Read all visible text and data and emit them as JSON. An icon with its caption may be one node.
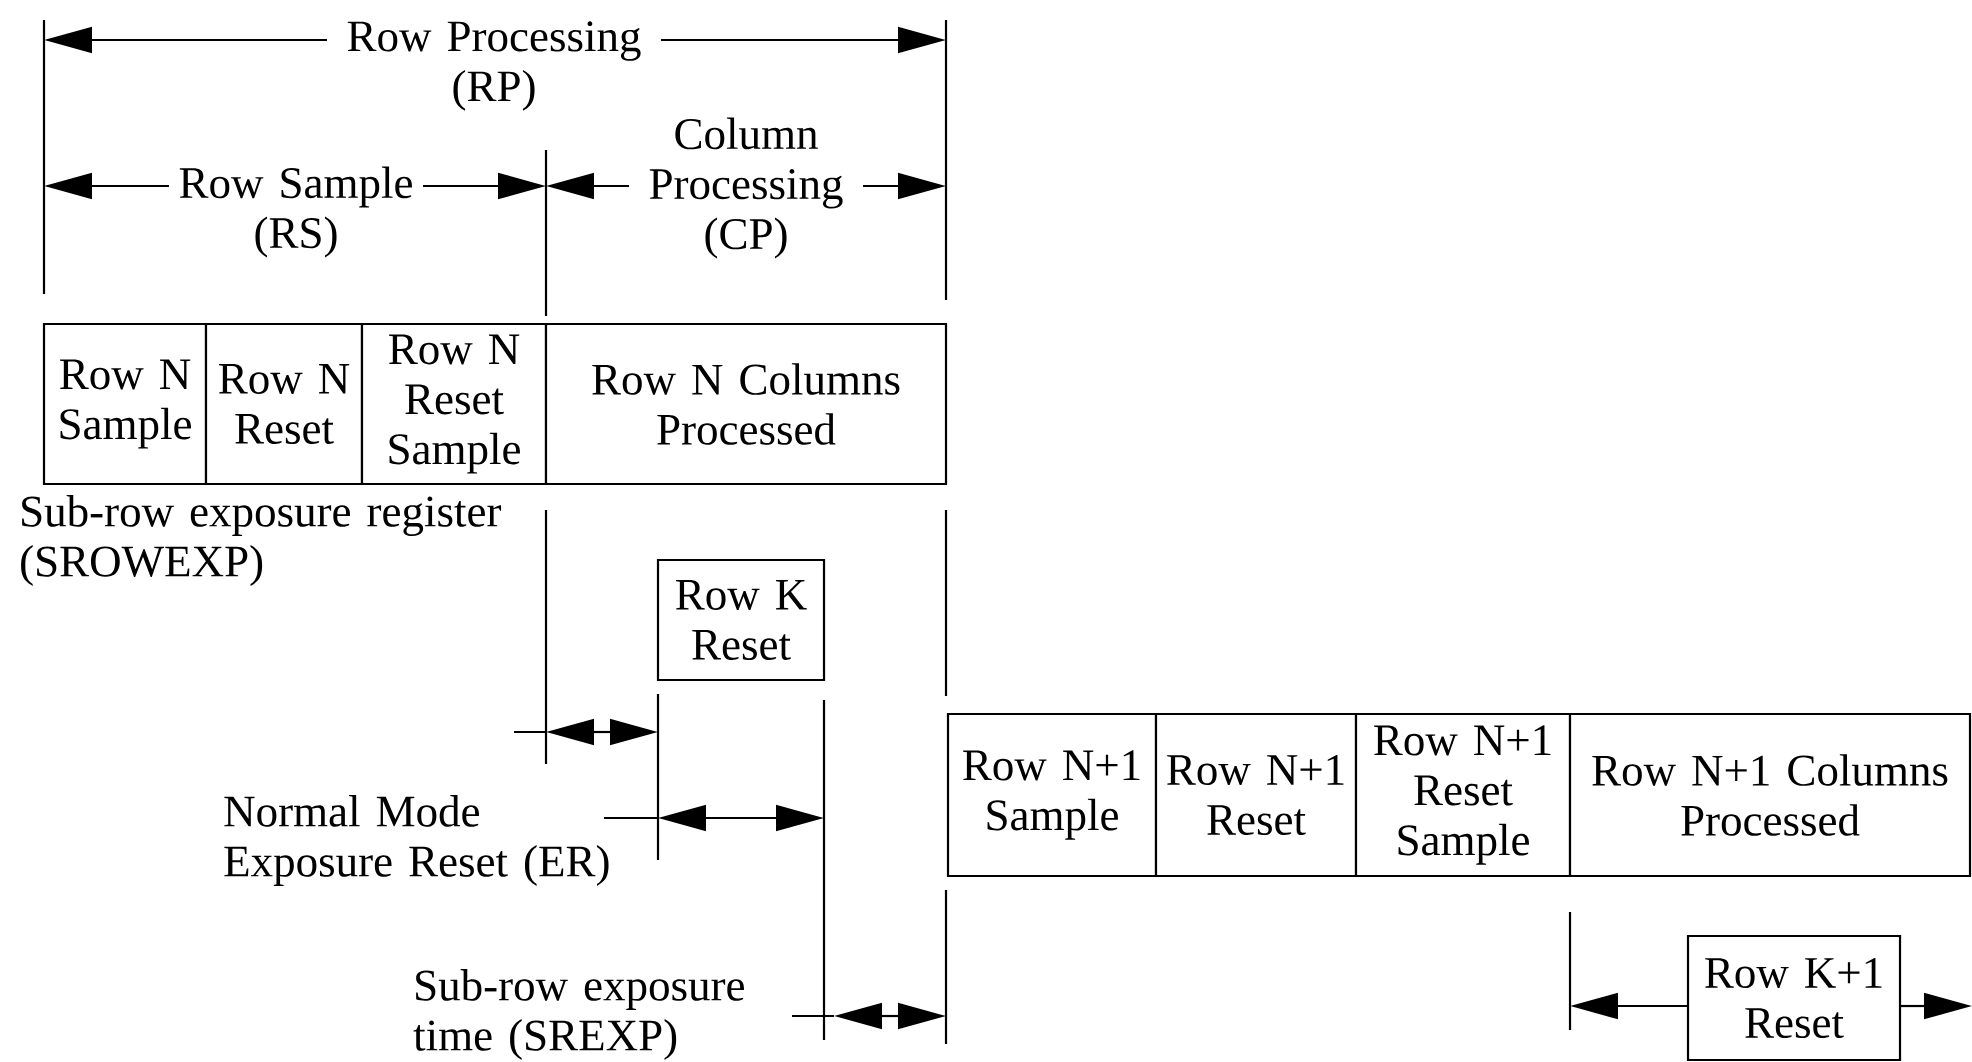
{
  "diagram": {
    "nodes": [
      {
        "text": [
          "Row N Sample"
        ]
      },
      {
        "text": [
          "Row N Reset"
        ]
      },
      {
        "text": [
          "Row N Reset Sample"
        ]
      },
      {
        "text": [
          "Row N Columns Processed"
        ]
      },
      {
        "text": [
          "Row K Reset"
        ]
      },
      {
        "text": [
          "Row N+1 Sample"
        ]
      },
      {
        "text": [
          "Row N+1 Reset"
        ]
      },
      {
        "text": [
          "Row N+1 Reset Sample"
        ]
      },
      {
        "text": [
          "Row N+1 Columns Processed"
        ]
      },
      {
        "text": [
          "Row K+1 Reset"
        ]
      }
    ],
    "labels": [
      "Row Processing (RP)",
      "Row Sample (RS)",
      "Column Processing (CP)",
      "Sub-row exposure register (SROWEXP)",
      "Normal Mode Exposure Reset (ER)",
      "Sub-row exposure time (SREXP)"
    ]
  }
}
